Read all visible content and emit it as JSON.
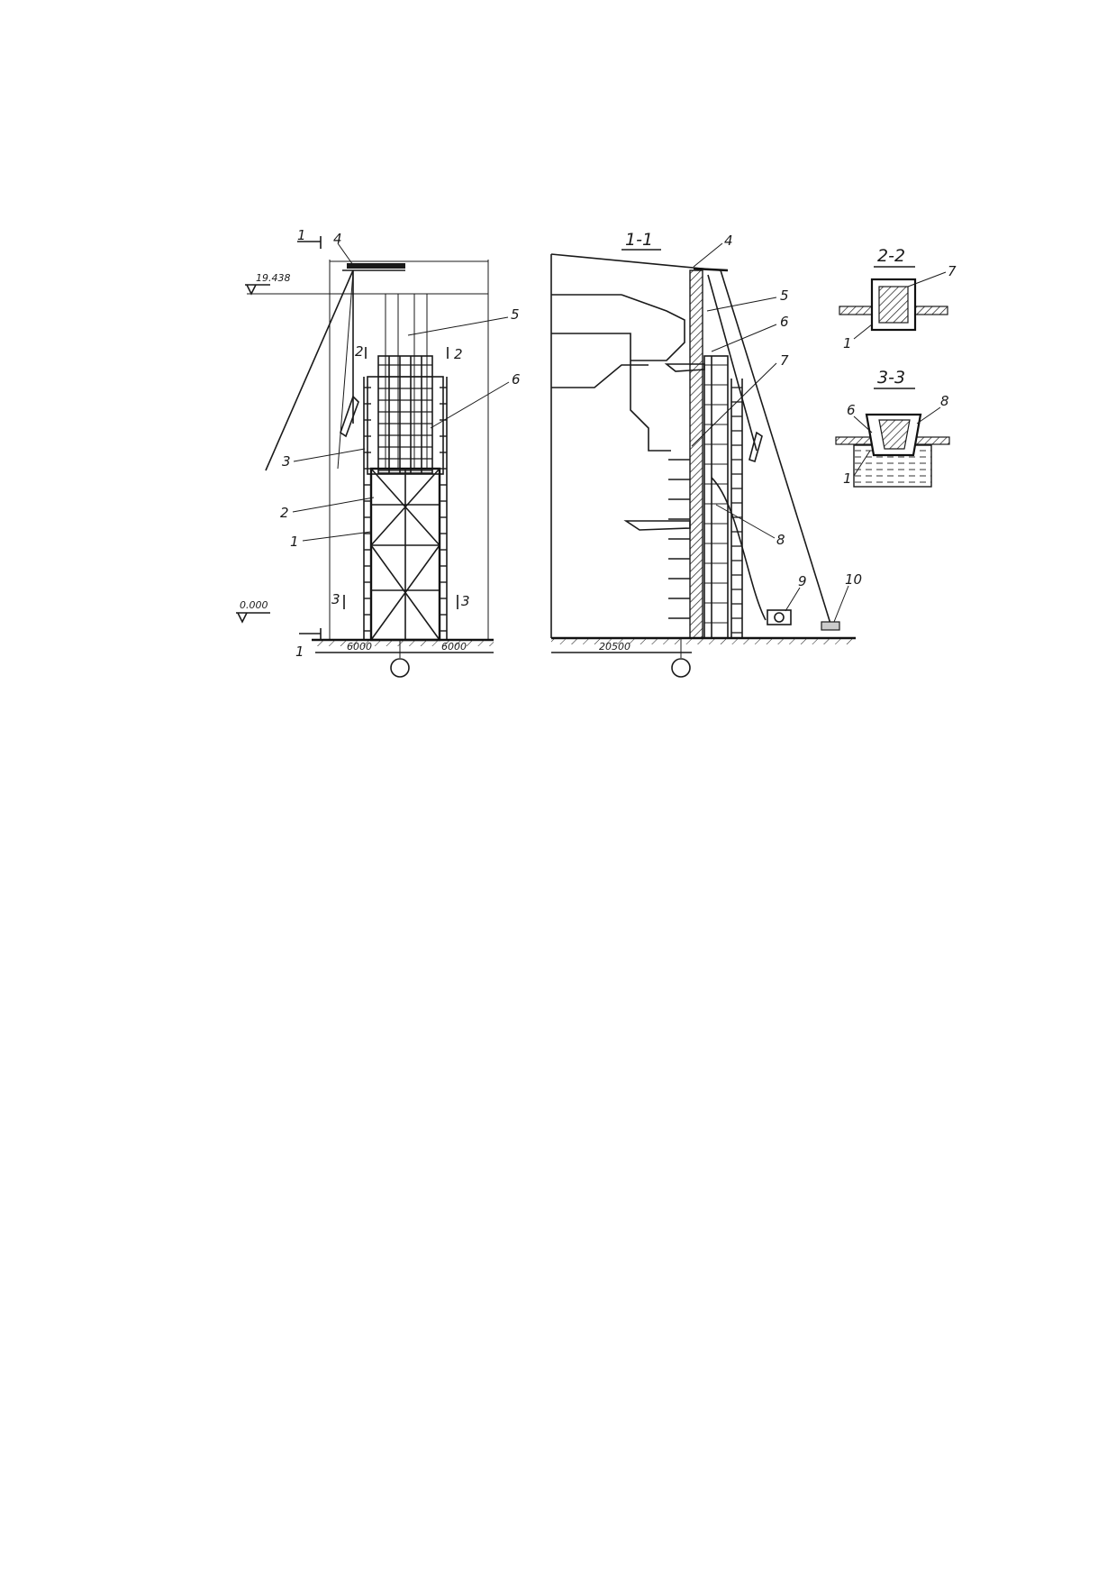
{
  "elevation": {
    "level_top": "19.438",
    "level_zero": "0.000",
    "dim_left": "6000",
    "dim_right": "6000",
    "section_marks": {
      "s1": "1",
      "s2": "2",
      "s3": "3"
    },
    "callouts": [
      "1",
      "2",
      "3",
      "4",
      "5",
      "6"
    ]
  },
  "section_1_1": {
    "title": "1-1",
    "dim": "20500",
    "callouts": [
      "4",
      "5",
      "6",
      "7",
      "8",
      "9",
      "10"
    ]
  },
  "section_2_2": {
    "title": "2-2",
    "callouts": [
      "7",
      "1"
    ]
  },
  "section_3_3": {
    "title": "3-3",
    "callouts": [
      "6",
      "8",
      "1"
    ]
  }
}
